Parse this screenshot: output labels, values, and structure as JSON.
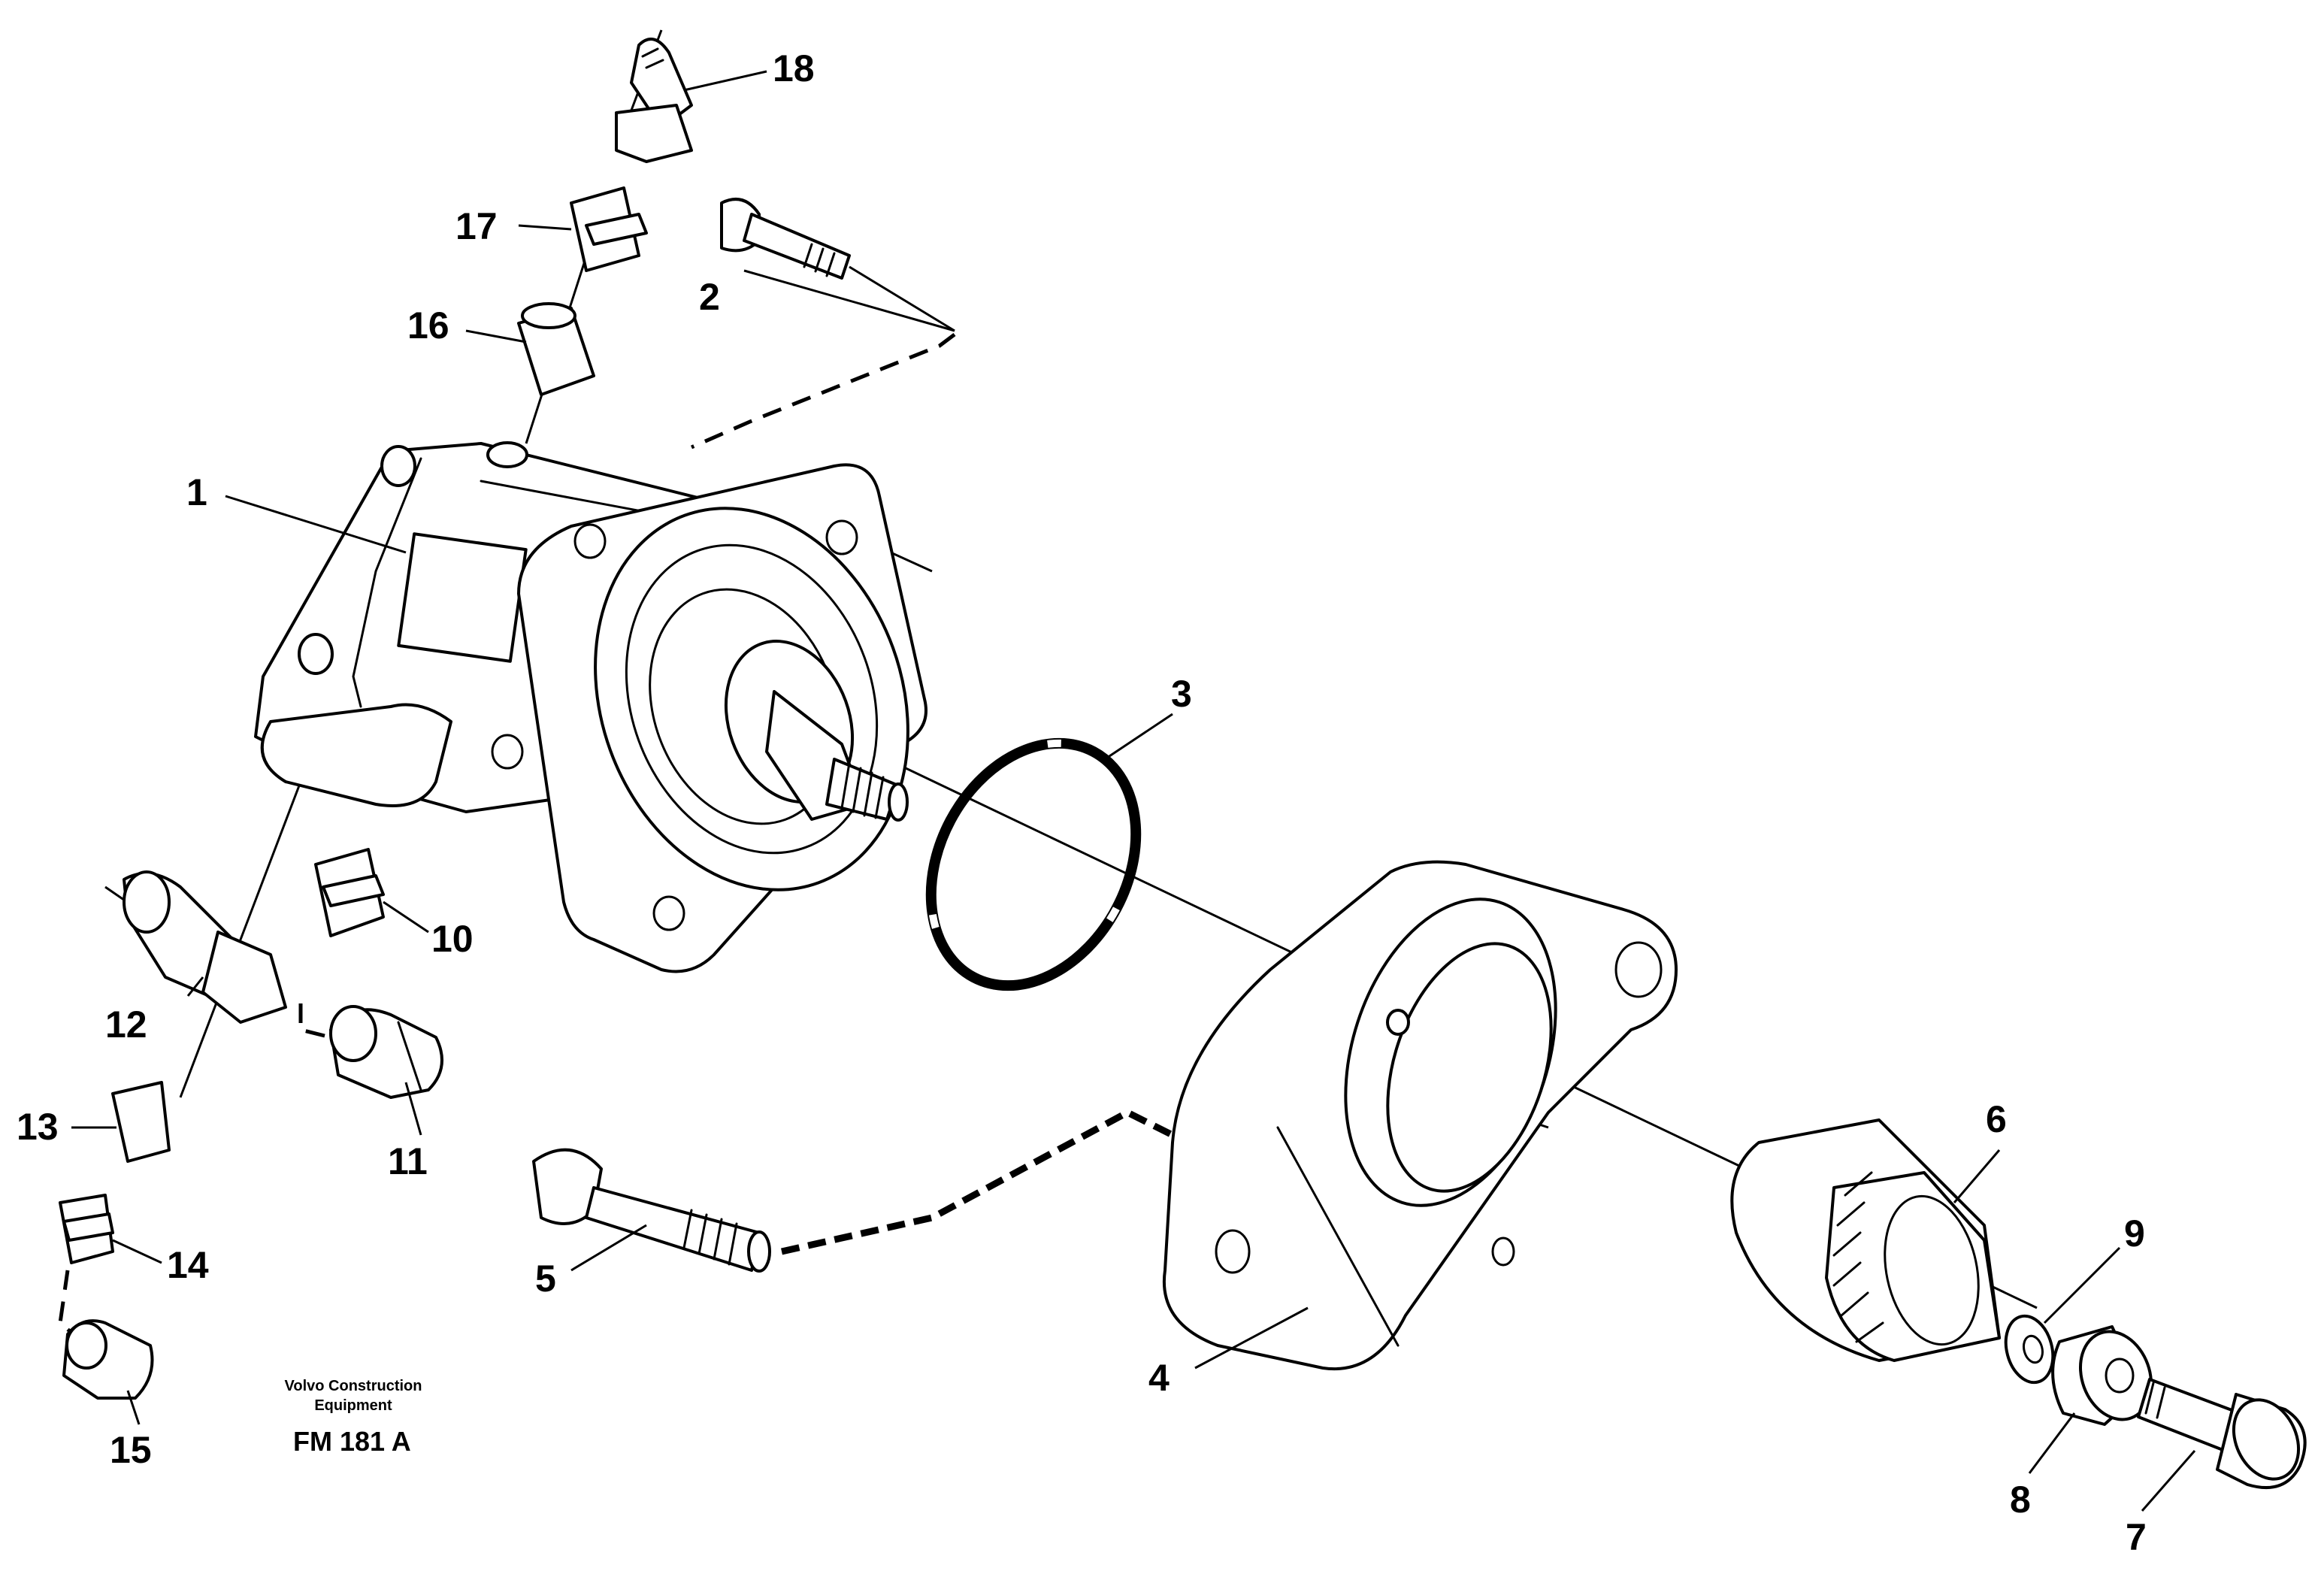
{
  "callouts": [
    "1",
    "2",
    "3",
    "4",
    "5",
    "6",
    "7",
    "8",
    "9",
    "10",
    "11",
    "12",
    "13",
    "14",
    "15",
    "16",
    "17",
    "18"
  ],
  "caption": {
    "line1": "Volvo Construction",
    "line2": "Equipment",
    "code": "FM 181  A"
  }
}
